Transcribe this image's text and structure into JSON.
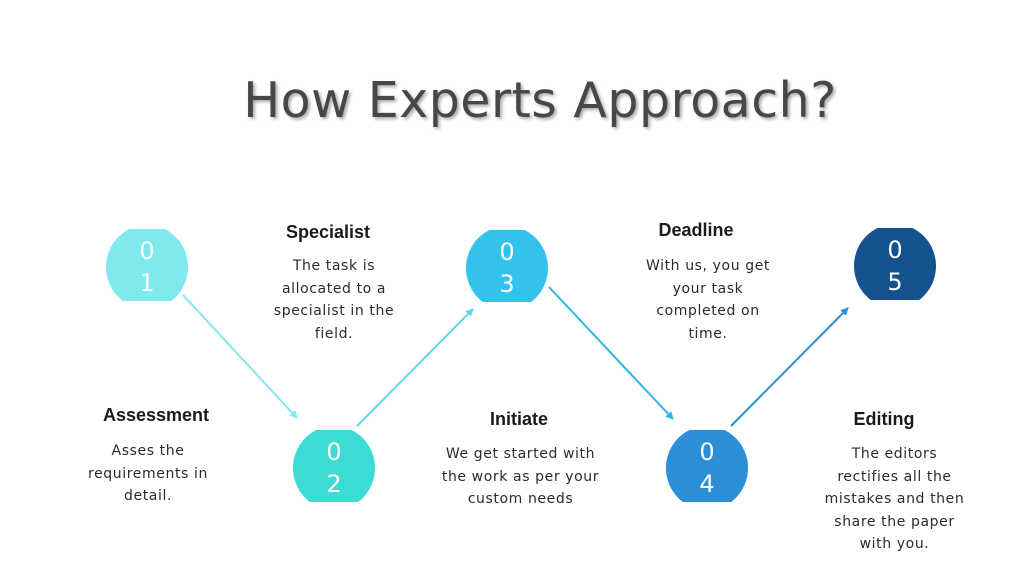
{
  "title": "How Experts Approach?",
  "steps": [
    {
      "digit1": "0",
      "digit2": "1",
      "title": "Assessment",
      "description": "Asses the requirements in detail.",
      "color": "#7fe9ee"
    },
    {
      "digit1": "0",
      "digit2": "2",
      "title": "Specialist",
      "description": "The task is allocated to a specialist in the field.",
      "color": "#3ddbd6"
    },
    {
      "digit1": "0",
      "digit2": "3",
      "title": "Initiate",
      "description": "We get started with the work as per your custom needs",
      "color": "#33c2ec"
    },
    {
      "digit1": "0",
      "digit2": "4",
      "title": "Deadline",
      "description": "With us, you get your task completed on time.",
      "color": "#2a8fd6"
    },
    {
      "digit1": "0",
      "digit2": "5",
      "title": "Editing",
      "description": "The editors rectifies all the mistakes and then share the paper with you.",
      "color": "#13528f"
    }
  ]
}
